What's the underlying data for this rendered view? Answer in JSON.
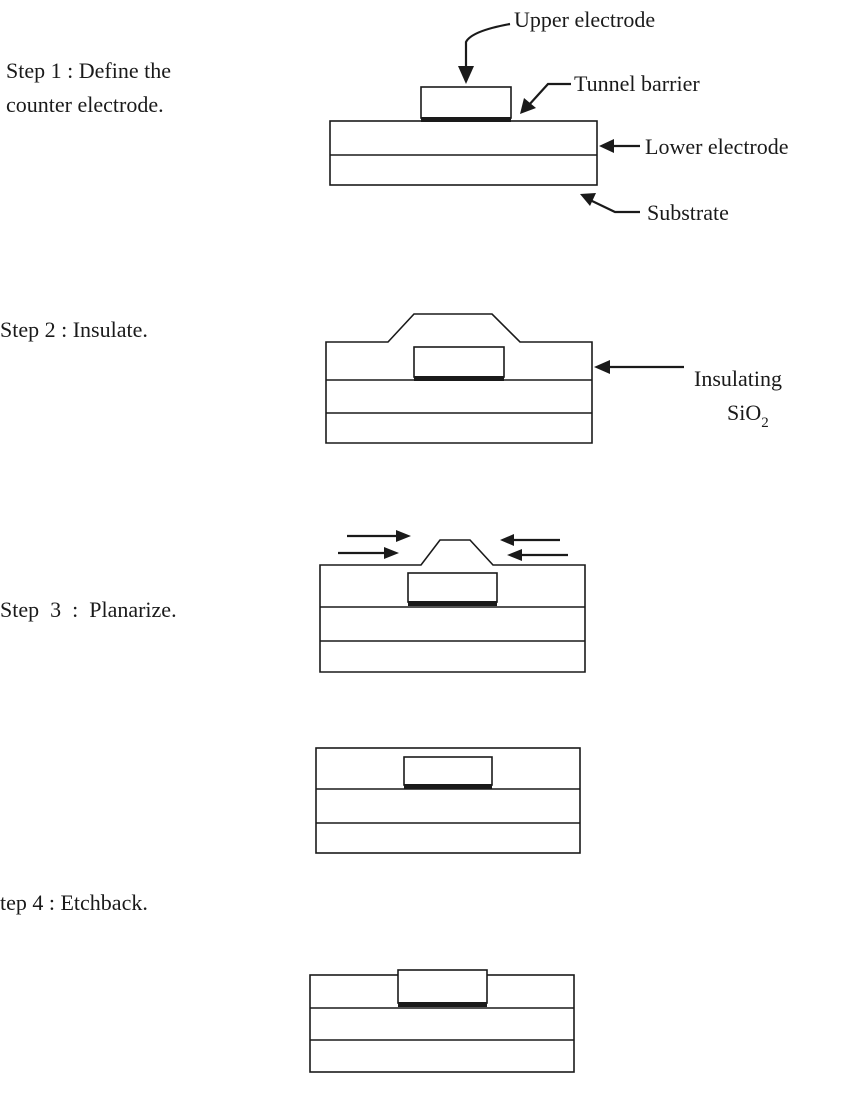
{
  "steps": [
    {
      "line1": "Step 1 : Define the",
      "line2": "counter electrode."
    },
    {
      "line1": "Step 2 : Insulate."
    },
    {
      "line1": "Step  3  :  Planarize."
    },
    {
      "line1": "tep 4 : Etchback."
    }
  ],
  "labels": {
    "upper_electrode": "Upper electrode",
    "tunnel_barrier": "Tunnel barrier",
    "lower_electrode": "Lower electrode",
    "substrate": "Substrate",
    "insulating": "Insulating",
    "sio2_base": "SiO",
    "sio2_sub": "2"
  }
}
